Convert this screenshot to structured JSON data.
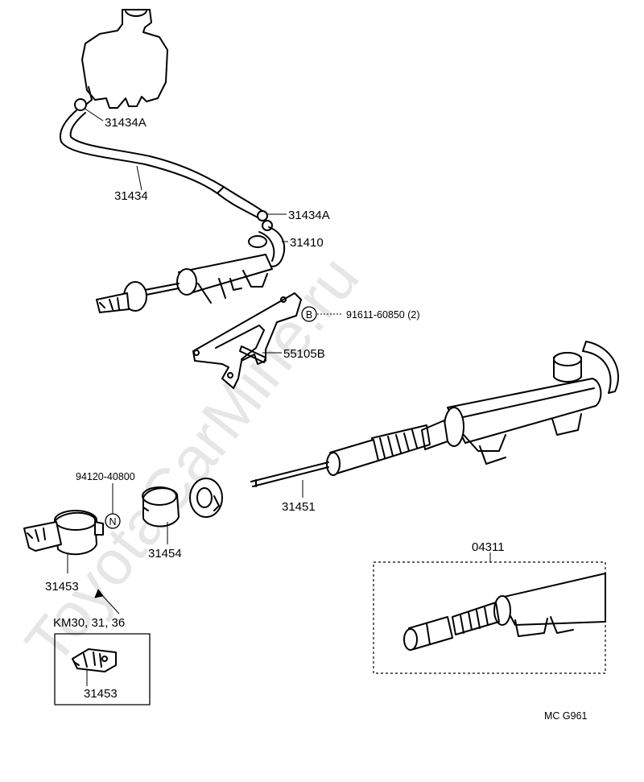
{
  "watermark": "ToyotaCarMine.ru",
  "labels": {
    "p31434A_top": "31434A",
    "p31434": "31434",
    "p31434A_mid": "31434A",
    "p31410": "31410",
    "bolt_symbol": "B",
    "bolt_part": "91611-60850 (2)",
    "p55105B": "55105B",
    "p31451": "31451",
    "nut_part": "94120-40800",
    "nut_symbol": "N",
    "p31454": "31454",
    "p31453": "31453",
    "p04311": "04311",
    "variant_models": "KM30, 31, 36",
    "p31453_variant": "31453",
    "diagram_code": "MC  G961"
  }
}
